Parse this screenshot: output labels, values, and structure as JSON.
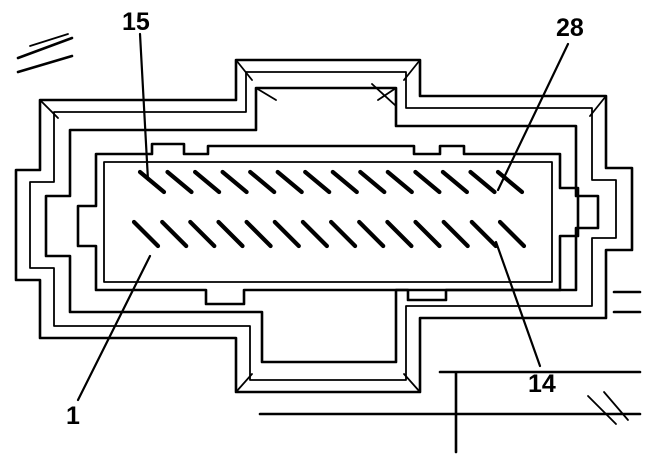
{
  "labels": {
    "pin_15": "15",
    "pin_28": "28",
    "pin_1": "1",
    "pin_14": "14"
  },
  "pins": {
    "top_row_count": 14,
    "bottom_row_count": 14
  }
}
